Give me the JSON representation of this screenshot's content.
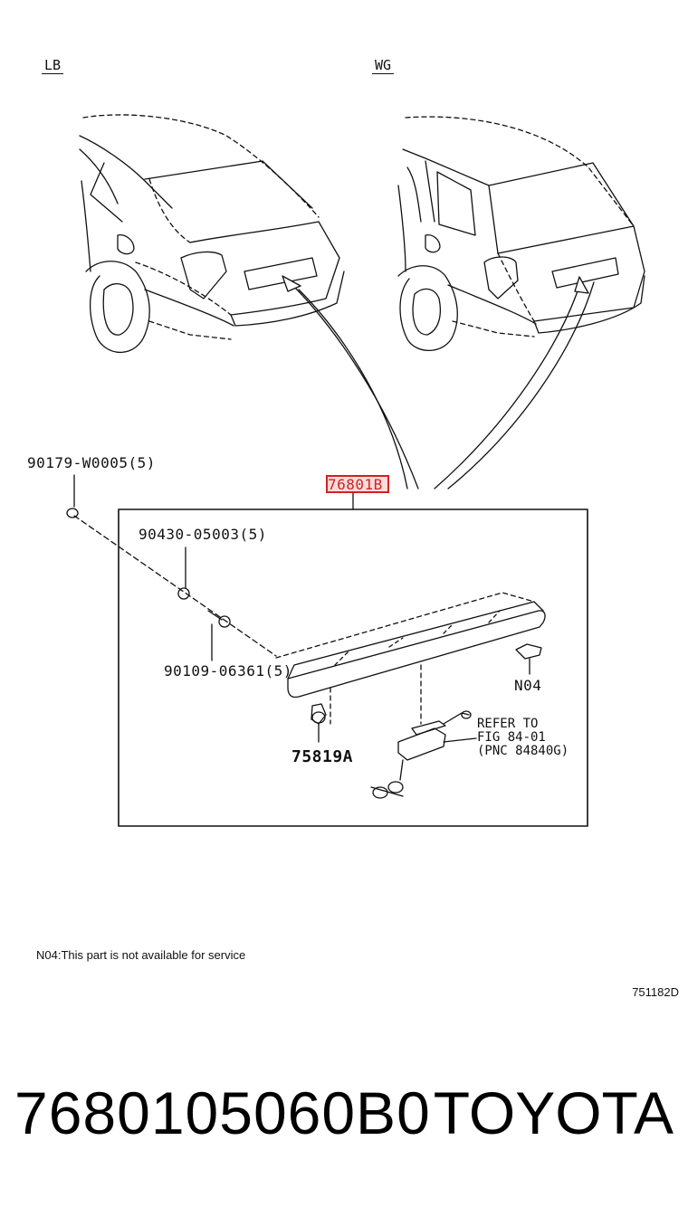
{
  "variants": {
    "left": "LB",
    "right": "WG"
  },
  "callouts": {
    "main_part": "76801B",
    "screw_outer": "90179-W0005(5)",
    "nut": "90430-05003(5)",
    "screw_inner": "90109-06361(5)",
    "clip": "75819A",
    "n04": "N04",
    "refer_line1": "REFER TO",
    "refer_line2": "FIG 84-01",
    "refer_line3": "(PNC 84840G)"
  },
  "note": "N04:This part is not available for service",
  "diagram_code": "751182D",
  "footer": {
    "part_number": "7680105060B0",
    "brand": "TOYOTA"
  },
  "colors": {
    "line": "#111111",
    "highlight_border": "#d42020",
    "highlight_fill": "#ffb0b0"
  }
}
